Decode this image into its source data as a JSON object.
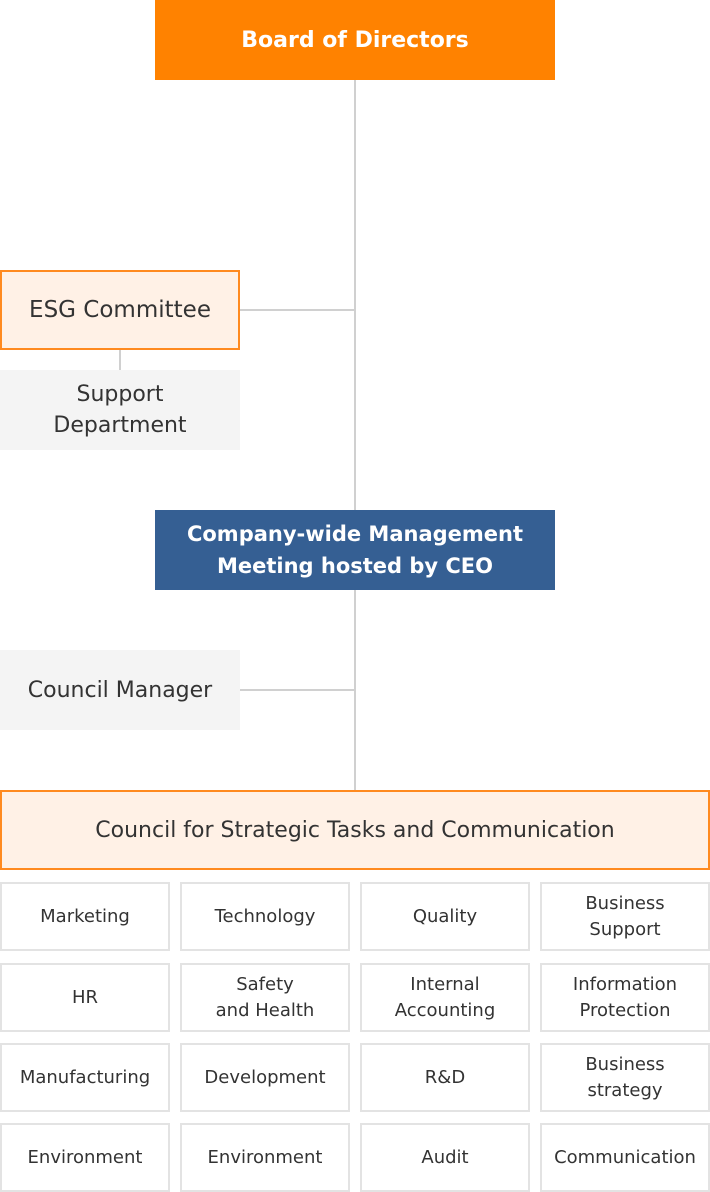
{
  "org_chart": {
    "board": "Board of Directors",
    "esg_committee": "ESG Committee",
    "support_department": "Support\nDepartment",
    "ceo_meeting": "Company-wide Management\nMeeting hosted by CEO",
    "council_manager": "Council Manager",
    "council": "Council for Strategic Tasks and Communication",
    "councils": [
      "Marketing",
      "Technology",
      "Quality",
      "Business\nSupport",
      "HR",
      "Safety\nand Health",
      "Internal\nAccounting",
      "Information\nProtection",
      "Manufacturing",
      "Development",
      "R&D",
      "Business\nstrategy",
      "Environment",
      "Environment",
      "Audit",
      "Communication"
    ]
  },
  "colors": {
    "board": "#ff8200",
    "ceo": "#355f93",
    "highlight_fill": "#fff1e6",
    "highlight_border": "#ff8a1f",
    "neutral_fill": "#f4f4f4",
    "connector": "#d0d0d0"
  }
}
